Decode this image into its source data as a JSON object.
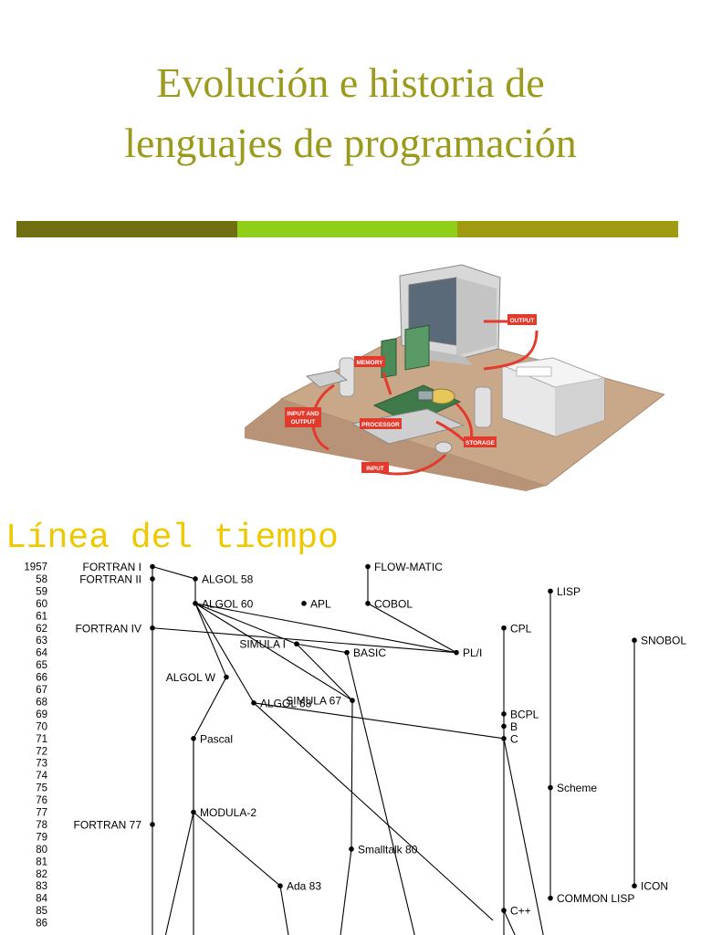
{
  "slide": {
    "title_line1": "Evolución e historia de",
    "title_line2": "lenguajes de programación",
    "colors": {
      "title": "#9a9a1c",
      "bar": [
        "#6f6f12",
        "#8fcf1a",
        "#a09a10"
      ],
      "timeline_title": "#f0c800"
    }
  },
  "illustration": {
    "labels": {
      "output": "OUTPUT",
      "memory": "MEMORY",
      "input_output": [
        "INPUT AND",
        "OUTPUT"
      ],
      "processor": "PROCESSOR",
      "storage": "STORAGE",
      "input": "INPUT"
    }
  },
  "timeline": {
    "title": "Línea del tiempo",
    "years": [
      "1957",
      "58",
      "59",
      "60",
      "61",
      "62",
      "63",
      "64",
      "65",
      "66",
      "67",
      "68",
      "69",
      "70",
      "71",
      "72",
      "73",
      "74",
      "75",
      "76",
      "77",
      "78",
      "79",
      "80",
      "81",
      "82",
      "83",
      "84",
      "85",
      "86"
    ],
    "languages": [
      {
        "id": "fortran1",
        "name": "FORTRAN I",
        "year": 1957
      },
      {
        "id": "fortran2",
        "name": "FORTRAN II",
        "year": 1958
      },
      {
        "id": "algol58",
        "name": "ALGOL 58",
        "year": 1958
      },
      {
        "id": "flowmatic",
        "name": "FLOW-MATIC",
        "year": 1957
      },
      {
        "id": "lisp",
        "name": "LISP",
        "year": 1959
      },
      {
        "id": "algol60",
        "name": "ALGOL 60",
        "year": 1960
      },
      {
        "id": "apl",
        "name": "APL",
        "year": 1960
      },
      {
        "id": "cobol",
        "name": "COBOL",
        "year": 1960
      },
      {
        "id": "fortran4",
        "name": "FORTRAN IV",
        "year": 1962
      },
      {
        "id": "cpl",
        "name": "CPL",
        "year": 1962
      },
      {
        "id": "simula1",
        "name": "SIMULA I",
        "year": 1963
      },
      {
        "id": "snobol",
        "name": "SNOBOL",
        "year": 1963
      },
      {
        "id": "basic",
        "name": "BASIC",
        "year": 1964
      },
      {
        "id": "pl1",
        "name": "PL/I",
        "year": 1964
      },
      {
        "id": "algolw",
        "name": "ALGOL W",
        "year": 1966
      },
      {
        "id": "simula67",
        "name": "SIMULA 67",
        "year": 1967
      },
      {
        "id": "algol68",
        "name": "ALGOL 68",
        "year": 1968
      },
      {
        "id": "bcpl",
        "name": "BCPL",
        "year": 1969
      },
      {
        "id": "b",
        "name": "B",
        "year": 1970
      },
      {
        "id": "pascal",
        "name": "Pascal",
        "year": 1971
      },
      {
        "id": "c",
        "name": "C",
        "year": 1971
      },
      {
        "id": "scheme",
        "name": "Scheme",
        "year": 1975
      },
      {
        "id": "modula2",
        "name": "MODULA-2",
        "year": 1977
      },
      {
        "id": "fortran77",
        "name": "FORTRAN 77",
        "year": 1978
      },
      {
        "id": "smalltalk80",
        "name": "Smalltalk 80",
        "year": 1980
      },
      {
        "id": "ada83",
        "name": "Ada 83",
        "year": 1983
      },
      {
        "id": "icon",
        "name": "ICON",
        "year": 1983
      },
      {
        "id": "commonlisp",
        "name": "COMMON LISP",
        "year": 1984
      },
      {
        "id": "cpp",
        "name": "C++",
        "year": 1985
      }
    ]
  }
}
